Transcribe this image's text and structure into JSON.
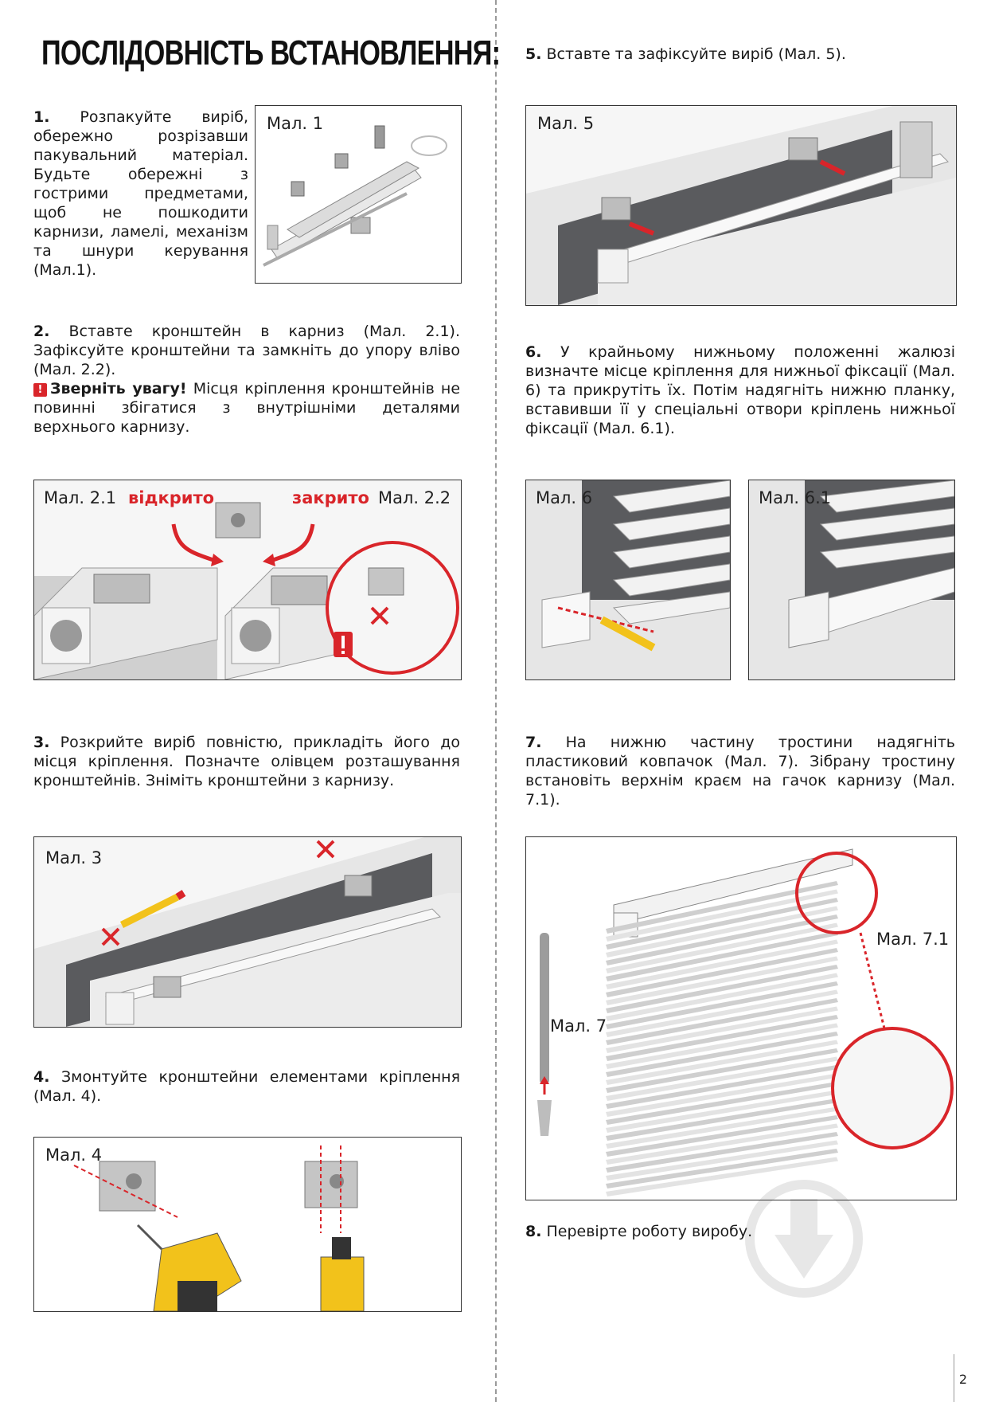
{
  "title": "ПОСЛІДОВНІСТЬ ВСТАНОВЛЕННЯ:",
  "steps": [
    {
      "num": "1.",
      "text": "Розпакуйте виріб, обережно розрізавши пакувальний матеріал. Будьте обережні з гострими предметами, щоб не пошкодити карнизи, ламелі, механізм та шнури керування (Мал.1)."
    },
    {
      "num": "2.",
      "text": "Вставте кронштейн в карниз (Мал. 2.1). Зафіксуйте кронштейни та замкніть до упору вліво (Мал. 2.2).",
      "warning_label": "Зверніть увагу!",
      "warning_text": "Місця кріплення кронштейнів не повинні збігатися з внутрішніми деталями верхнього карнизу."
    },
    {
      "num": "3.",
      "text": "Розкрийте виріб повністю, прикладіть його до місця кріплення. Позначте олівцем розташування кронштейнів. Зніміть кронштейни з карнизу."
    },
    {
      "num": "4.",
      "text": "Змонтуйте кронштейни елементами кріплення (Мал. 4)."
    },
    {
      "num": "5.",
      "text": "Вставте та зафіксуйте виріб (Мал. 5)."
    },
    {
      "num": "6.",
      "text": "У крайньому нижньому положенні жалюзі визначте місце кріплення для нижньої фіксації (Мал. 6) та прикрутіть їх. Потім надягніть нижню планку, вставивши її у спеціальні отвори кріплень нижньої фіксації (Мал. 6.1)."
    },
    {
      "num": "7.",
      "text": "На нижню частину тростини надягніть пластиковий ковпачок (Мал. 7). Зібрану тростину встановіть верхнім краєм на гачок карнизу (Мал. 7.1)."
    },
    {
      "num": "8.",
      "text": "Перевірте роботу виробу."
    }
  ],
  "figures": {
    "f1": "Мал. 1",
    "f21": "Мал. 2.1",
    "f22": "Мал. 2.2",
    "open": "відкрито",
    "closed": "закрито",
    "f3": "Мал. 3",
    "f4": "Мал. 4",
    "f5": "Мал. 5",
    "f6": "Мал. 6",
    "f61": "Мал. 6.1",
    "f7": "Мал. 7",
    "f71": "Мал. 7.1"
  },
  "page_number": "2",
  "colors": {
    "accent": "#d9252a",
    "frame": "#333333",
    "wall": "#5a5b5e",
    "tool_yellow": "#f2c21b"
  }
}
